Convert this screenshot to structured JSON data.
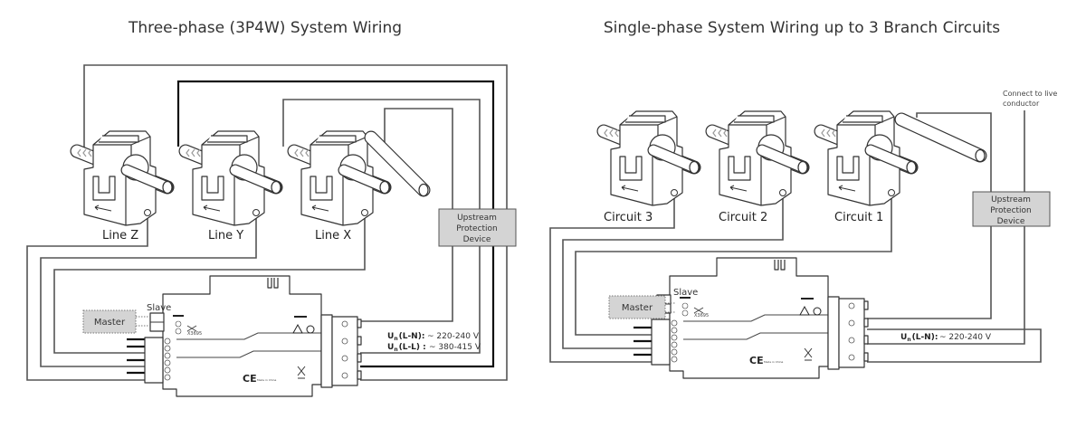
{
  "left": {
    "title": "Three-phase (3P4W) System Wiring",
    "ct_labels": [
      "Line Z",
      "Line Y",
      "Line X"
    ],
    "upstream": [
      "Upstream",
      "Protection",
      "Device"
    ],
    "master": "Master",
    "slave": "Slave",
    "voltage_ln_label": "U",
    "voltage_ln_sub": "n",
    "voltage_ln_suffix": "(L-N):",
    "voltage_ln_value": "~ 220-240 V",
    "voltage_ll_label": "U",
    "voltage_ll_sub": "n",
    "voltage_ll_suffix": "(L-L) :",
    "voltage_ll_value": "~ 380-415 V"
  },
  "right": {
    "title": "Single-phase System Wiring up to 3 Branch Circuits",
    "ct_labels": [
      "Circuit 3",
      "Circuit 2",
      "Circuit 1"
    ],
    "upstream": [
      "Upstream",
      "Protection",
      "Device"
    ],
    "master": "Master",
    "slave": "Slave",
    "connect_note": [
      "Connect to live",
      "conductor"
    ],
    "voltage_ln_label": "U",
    "voltage_ln_sub": "n",
    "voltage_ln_suffix": "(L-N):",
    "voltage_ln_value": "~ 220-240 V"
  },
  "meter": {
    "model": "X3695",
    "ce_mark": "CE",
    "made_in": "Made in China"
  },
  "colors": {
    "box_fill": "#d4d4d4",
    "wire_gray": "#555555",
    "wire_black": "#111111"
  }
}
